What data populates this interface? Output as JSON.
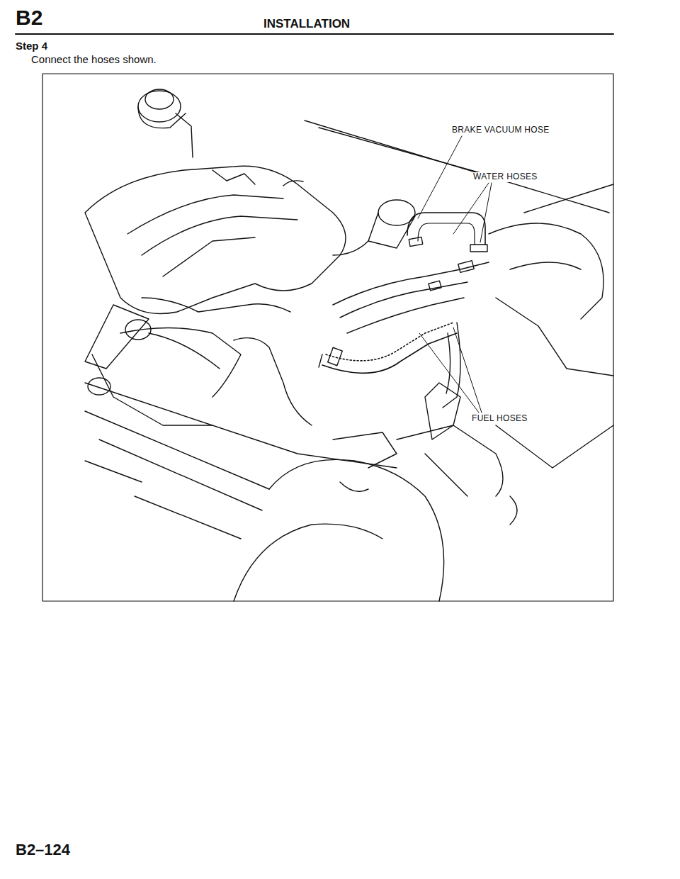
{
  "diagram": {
    "title": "INSTALLATION",
    "labels": [
      "B2",
      "Step 4",
      "Connect the hoses shown.",
      "BRAKE VACUUM HOSE",
      "WATER HOSES",
      "FUEL HOSES",
      "B2–124"
    ]
  }
}
